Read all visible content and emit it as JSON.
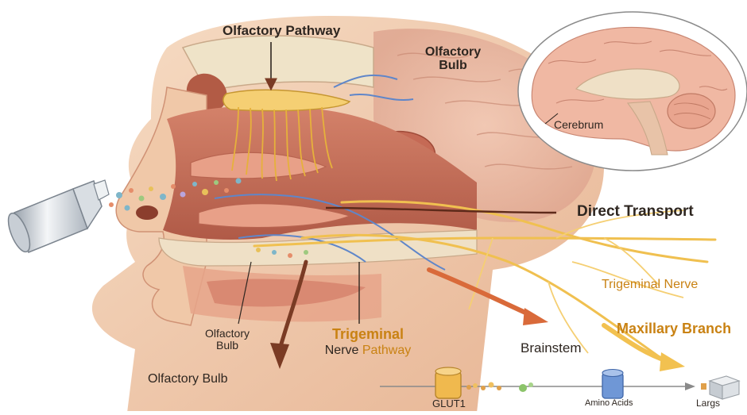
{
  "labels": {
    "olfactory_pathway": "Olfactory Pathway",
    "olfactory_bulb_top_line1": "Olfactory",
    "olfactory_bulb_top_line2": "Bulb",
    "cerebrum": "Cerebrum",
    "direct_transport": "Direct Transport",
    "trigeminal_nerve": "Trigeminal Nerve",
    "maxillary_branch": "Maxillary Branch",
    "brainstem": "Brainstem",
    "olfactory_bulb_mid_line1": "Olfactory",
    "olfactory_bulb_mid_line2": "Bulb",
    "trigeminal_line1": "Trigeminal",
    "trigeminal_line2_a": "Nerve",
    "trigeminal_line2_b": "Pathway",
    "olfactory_bulb_bottom": "Olfactory Bulb",
    "glut1": "GLUT1",
    "amino_acids": "Amino Acids",
    "largs": "Largs"
  },
  "colors": {
    "skin": "#f1cdb0",
    "skin_dark": "#d99a78",
    "cavity": "#c9745e",
    "cavity_dark": "#a8503f",
    "bone": "#efe3c8",
    "brain": "#e9b7a4",
    "nerve_yellow": "#f3c24d",
    "nerve_orange": "#e08a2e",
    "vessel_blue": "#5f86c9",
    "arrow_dark": "#7a3b24",
    "label_orange": "#c98213",
    "label_dark": "#2e2620"
  }
}
